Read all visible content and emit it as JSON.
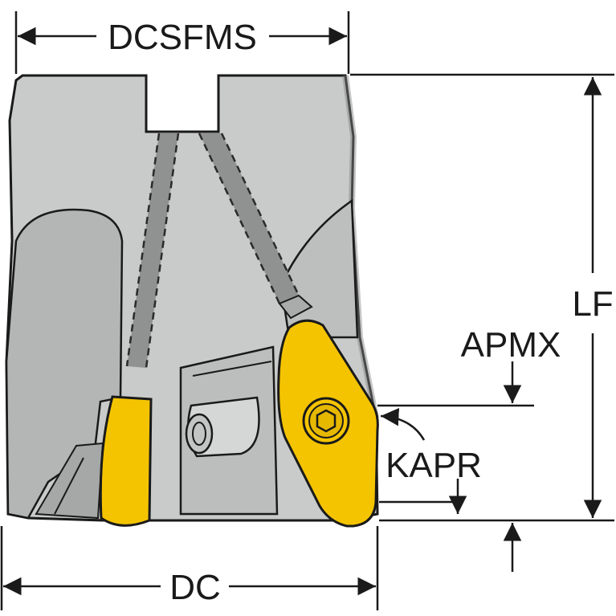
{
  "labels": {
    "dcsfms": "DCSFMS",
    "lf": "LF",
    "apmx": "APMX",
    "kapr": "KAPR",
    "dc": "DC"
  },
  "colors": {
    "body": "#c9cbca",
    "body_dark": "#9fa2a1",
    "coolant": "#8f9290",
    "insert": "#f5c400",
    "insert_edge": "#b89200",
    "line": "#1a1a1a"
  }
}
